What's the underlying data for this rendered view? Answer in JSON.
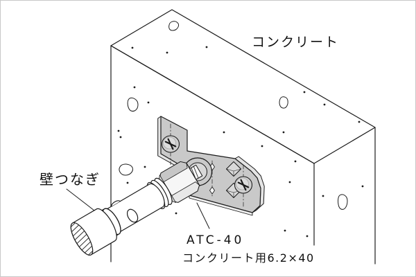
{
  "diagram": {
    "labels": {
      "concrete": "コンクリート",
      "wall_tie": "壁つなぎ",
      "product_code": "ATC-40",
      "product_spec": "コンクリート用6.2×40"
    },
    "colors": {
      "background": "#ffffff",
      "line": "#1a1a1a",
      "plate_gray": "#c9c9c9",
      "plate_edge_gray": "#e4e4e4",
      "hex_top_gray": "#c6c6c6",
      "metal_white": "#f6f6f6"
    }
  }
}
